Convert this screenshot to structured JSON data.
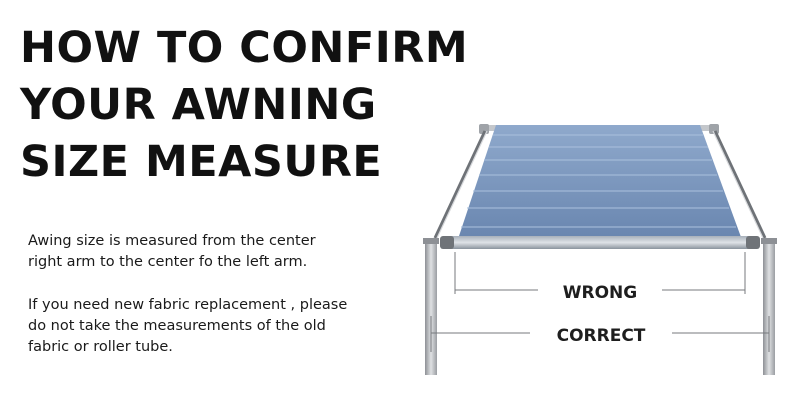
{
  "title": {
    "lines": [
      "HOW TO CONFIRM",
      "YOUR AWNING",
      "SIZE MEASURE"
    ]
  },
  "description": {
    "paragraph1": [
      "Awing size is measured from the center",
      "right arm to the center fo the left arm."
    ],
    "paragraph2": [
      "If you need new fabric replacement , please",
      "do not take the measurements of the old",
      "fabric or roller tube."
    ]
  },
  "illustration": {
    "wrong_label": "WRONG",
    "correct_label": "CORRECT",
    "fabric_color": "#7591b9",
    "frame_color": "#b9bcc0"
  }
}
